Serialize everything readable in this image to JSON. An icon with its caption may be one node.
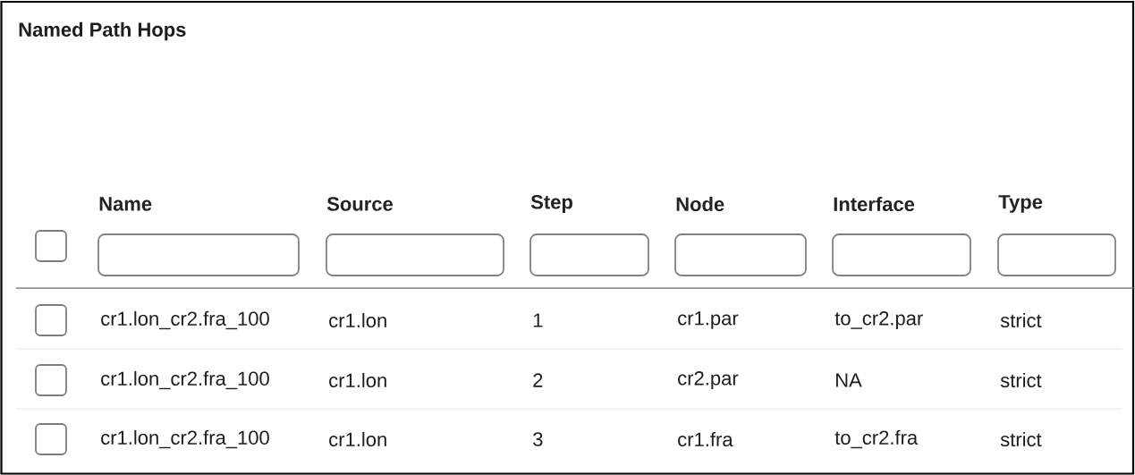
{
  "diagram": {
    "title": "Named Path Hops",
    "labels": [
      "Name",
      "Source",
      "Step",
      "Node",
      "Interface",
      "Type",
      "cr1.lon_cr2.fra_100",
      "cr1.lon",
      "1",
      "cr1.par",
      "to_cr2.par",
      "strict",
      "cr1.lon_cr2.fra_100",
      "cr1.lon",
      "2",
      "cr2.par",
      "NA",
      "strict",
      "cr1.lon_cr2.fra_100",
      "cr1.lon",
      "3",
      "cr1.fra",
      "to_cr2.fra",
      "strict"
    ]
  }
}
